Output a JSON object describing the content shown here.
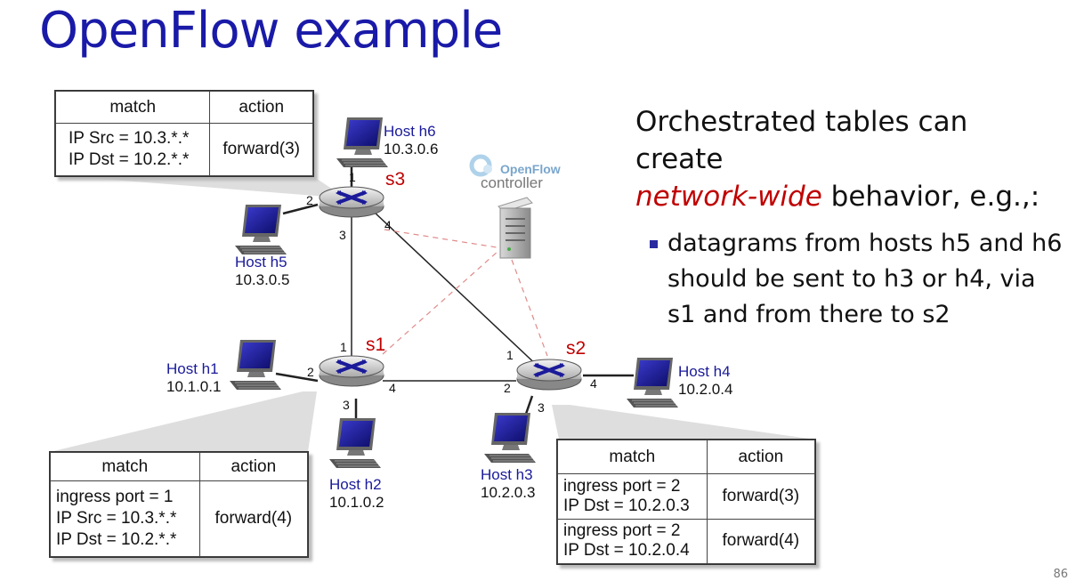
{
  "title": "OpenFlow example",
  "headline_pre": "Orchestrated tables can create",
  "headline_em": "network-wide",
  "headline_post": "behavior, e.g.,:",
  "bullet": "datagrams from hosts h5 and h6 should be sent to h3 or h4, via s1 and from there to s2",
  "page_number": "86",
  "controller": {
    "brand": "OpenFlow",
    "label": "controller"
  },
  "switches": {
    "s1": "s1",
    "s2": "s2",
    "s3": "s3"
  },
  "hosts": {
    "h1": {
      "name": "Host h1",
      "ip": "10.1.0.1"
    },
    "h2": {
      "name": "Host h2",
      "ip": "10.1.0.2"
    },
    "h3": {
      "name": "Host h3",
      "ip": "10.2.0.3"
    },
    "h4": {
      "name": "Host h4",
      "ip": "10.2.0.4"
    },
    "h5": {
      "name": "Host h5",
      "ip": "10.3.0.5"
    },
    "h6": {
      "name": "Host h6",
      "ip": "10.3.0.6"
    }
  },
  "ports": {
    "s3_1": "1",
    "s3_2": "2",
    "s3_3": "3",
    "s3_4": "4",
    "s1_1": "1",
    "s1_2": "2",
    "s1_3": "3",
    "s1_4": "4",
    "s2_1": "1",
    "s2_2": "2",
    "s2_3": "3",
    "s2_4": "4"
  },
  "tables": {
    "s3": {
      "match_header": "match",
      "action_header": "action",
      "match_lines": [
        "IP Src = 10.3.*.*",
        "IP Dst = 10.2.*.*"
      ],
      "action": "forward(3)"
    },
    "s1": {
      "match_header": "match",
      "action_header": "action",
      "match_lines": [
        "ingress port = 1",
        "IP Src = 10.3.*.*",
        "IP Dst = 10.2.*.*"
      ],
      "action": "forward(4)"
    },
    "s2": {
      "match_header": "match",
      "action_header": "action",
      "rows": [
        {
          "match_lines": [
            "ingress port = 2",
            "IP Dst = 10.2.0.3"
          ],
          "action": "forward(3)"
        },
        {
          "match_lines": [
            "ingress port = 2",
            "IP Dst = 10.2.0.4"
          ],
          "action": "forward(4)"
        }
      ]
    }
  }
}
